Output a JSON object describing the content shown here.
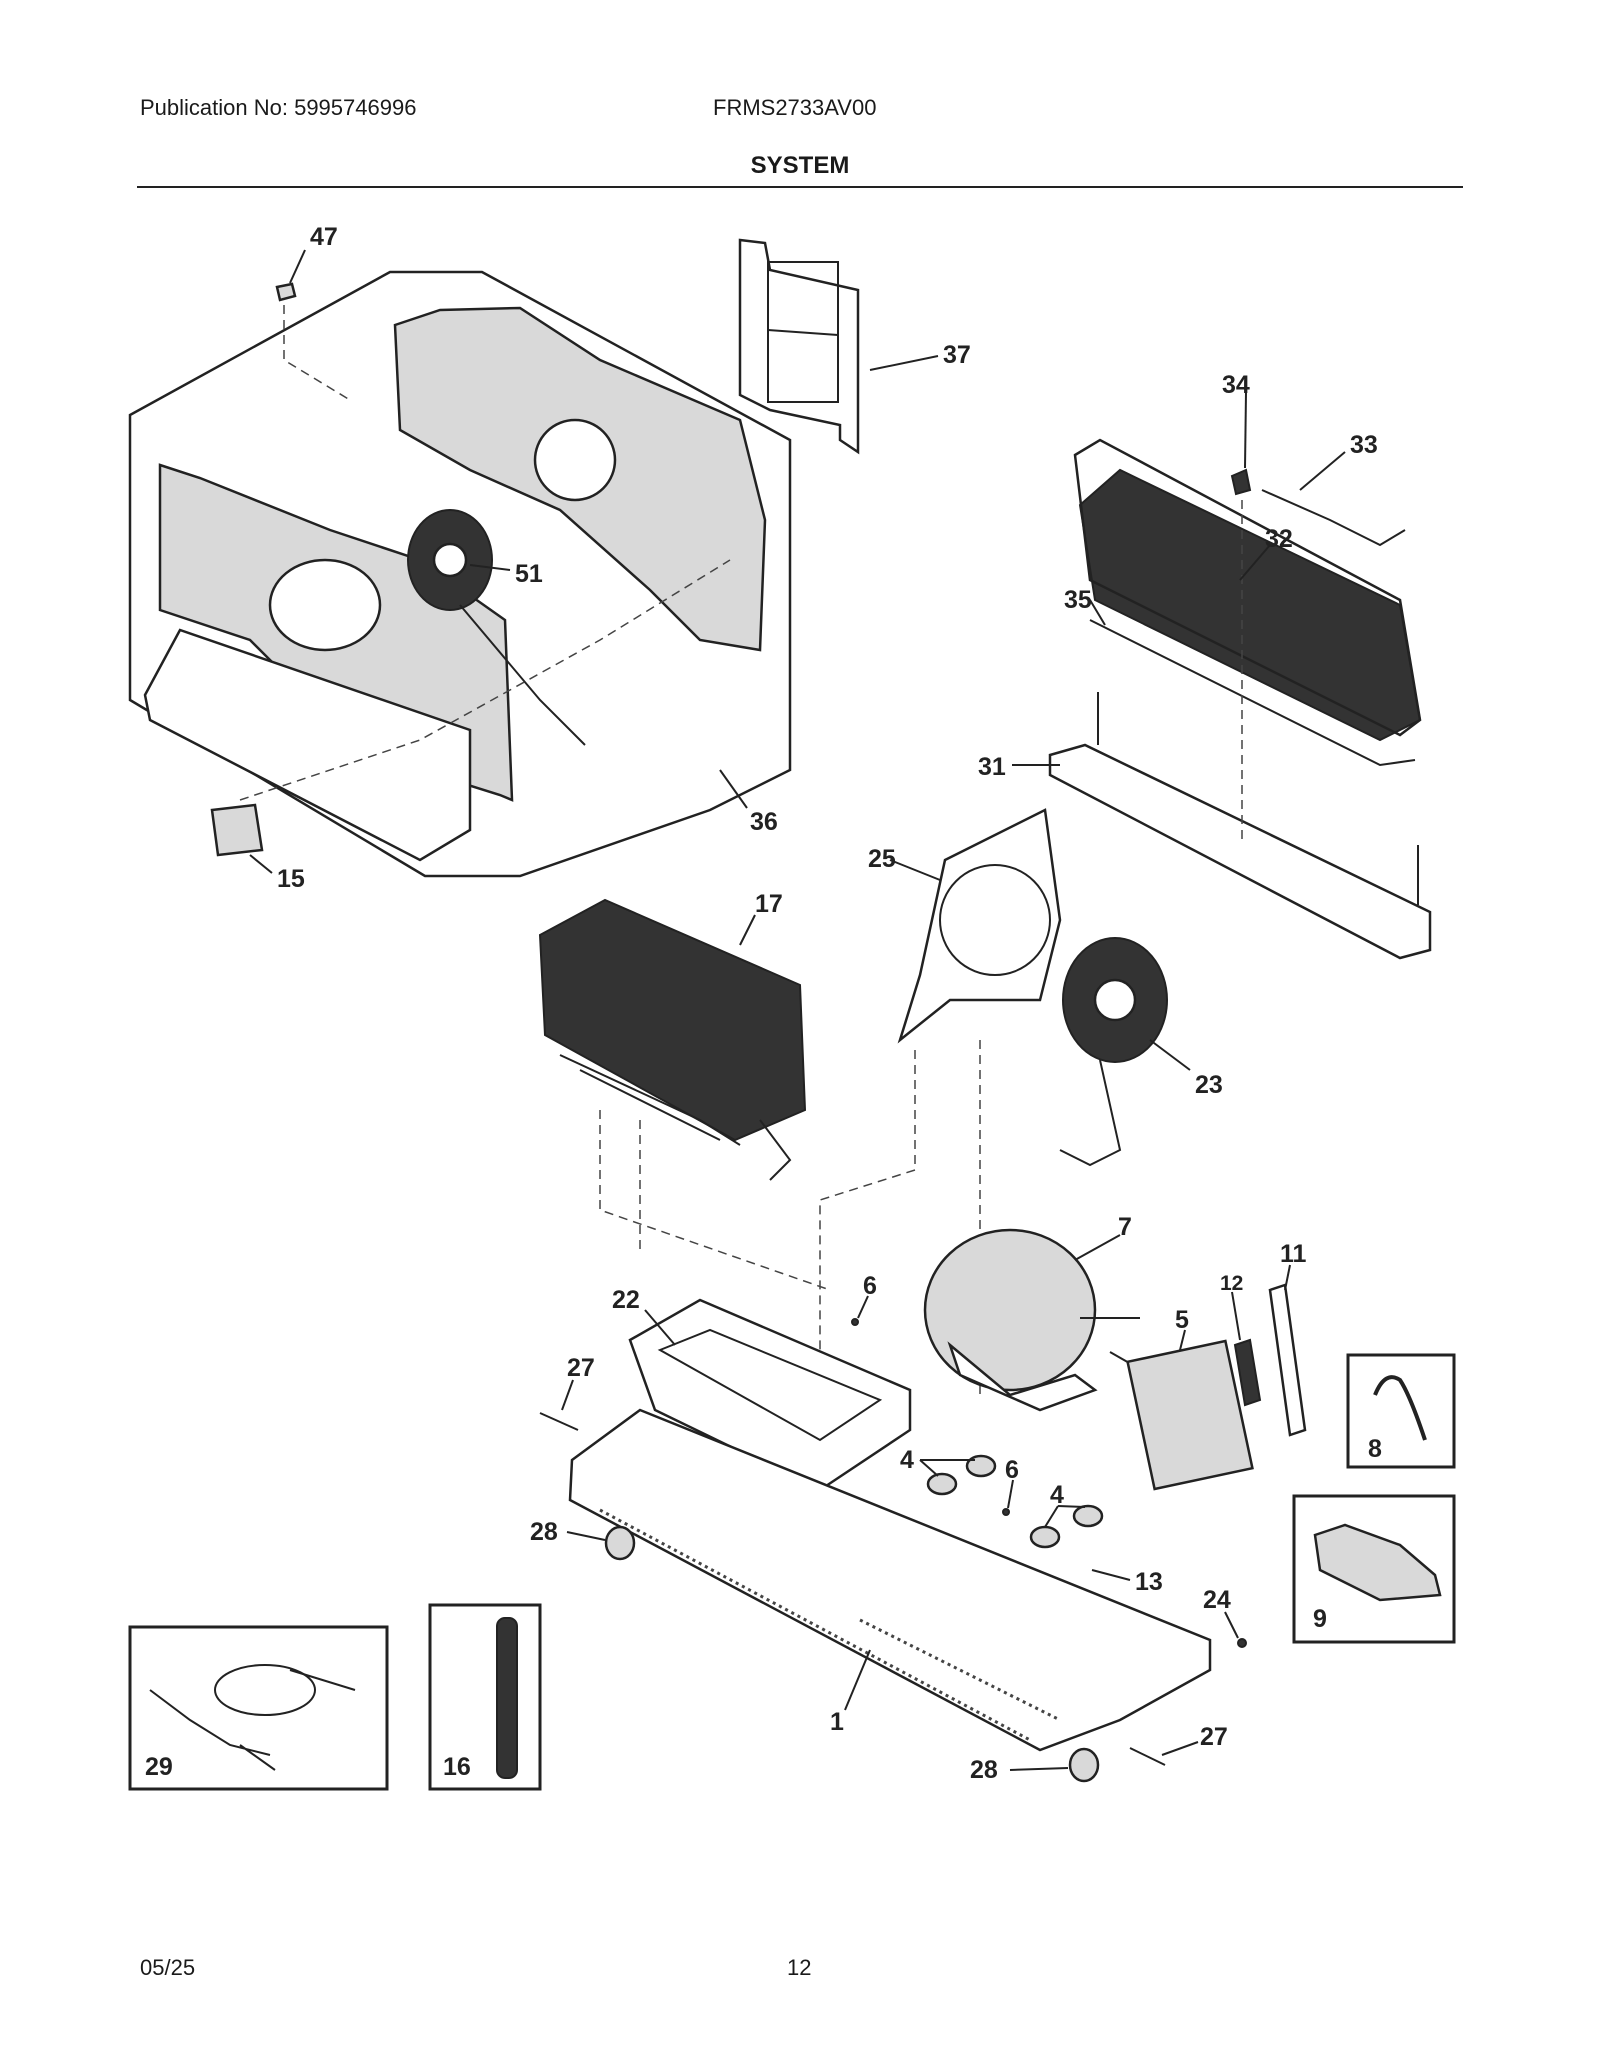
{
  "header": {
    "publication": "Publication No: 5995746996",
    "model": "FRMS2733AV00",
    "section_title": "SYSTEM"
  },
  "footer": {
    "date": "05/25",
    "page_number": "12"
  },
  "callouts": {
    "c47": "47",
    "c37": "37",
    "c34": "34",
    "c33": "33",
    "c32": "32",
    "c35": "35",
    "c51": "51",
    "c31": "31",
    "c36": "36",
    "c15": "15",
    "c25": "25",
    "c17": "17",
    "c23": "23",
    "c7": "7",
    "c11": "11",
    "c12": "12",
    "c22": "22",
    "c6a": "6",
    "c5": "5",
    "c27a": "27",
    "c4a": "4",
    "c6b": "6",
    "c4b": "4",
    "c8": "8",
    "c28a": "28",
    "c13": "13",
    "c24": "24",
    "c9": "9",
    "c1": "1",
    "c27b": "27",
    "c28b": "28",
    "c29": "29",
    "c16": "16"
  }
}
